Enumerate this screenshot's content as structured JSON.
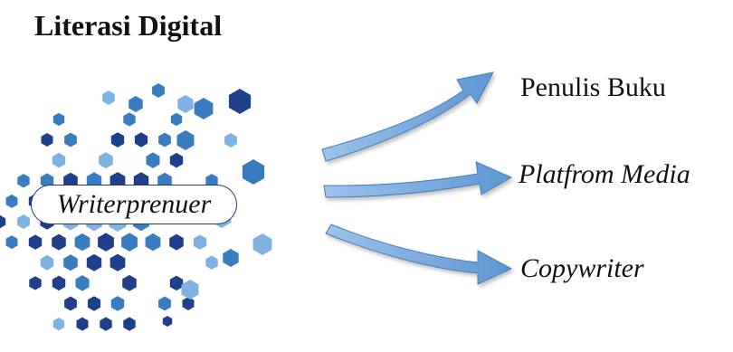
{
  "title": "Literasi Digital",
  "center": {
    "label": "Writerprenuer"
  },
  "outputs": [
    {
      "label": "Penulis Buku",
      "italic": false
    },
    {
      "label": "Platfrom Media",
      "italic": true
    },
    {
      "label": "Copywriter",
      "italic": true
    }
  ],
  "colors": {
    "hex_dark": "#1f3f8a",
    "hex_mid": "#3a7cc0",
    "hex_light": "#7fb2e0",
    "arrow": "#6fa6dc",
    "arrow_edge": "#4a7fb8",
    "label_border": "#1e3a6e"
  }
}
